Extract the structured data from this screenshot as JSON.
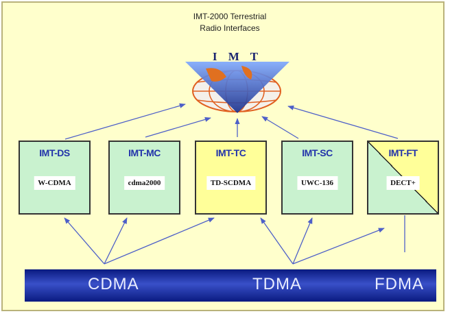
{
  "title": [
    "IMT-2000 Terrestrial",
    "Radio Interfaces"
  ],
  "logo_text": "I M T",
  "boxes": [
    {
      "name": "IMT-DS",
      "tech": "W-CDMA",
      "fill": "green"
    },
    {
      "name": "IMT-MC",
      "tech": "cdma2000",
      "fill": "green"
    },
    {
      "name": "IMT-TC",
      "tech": "TD-SCDMA",
      "fill": "yellow"
    },
    {
      "name": "IMT-SC",
      "tech": "UWC-136",
      "fill": "green"
    },
    {
      "name": "IMT-FT",
      "tech": "DECT+",
      "fill": "split"
    }
  ],
  "access_bar": {
    "cdma": "CDMA",
    "tdma": "TDMA",
    "fdma": "FDMA"
  },
  "colors": {
    "background": "#ffffcc",
    "green": "#c9f2cf",
    "yellow": "#ffff99",
    "box_label": "#2233aa",
    "bar": "#1a2aa0",
    "arrow": "#4d5fc8"
  }
}
